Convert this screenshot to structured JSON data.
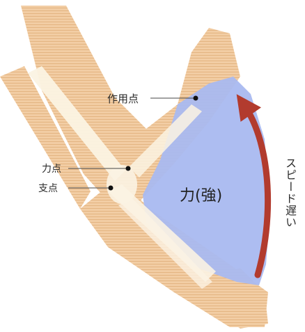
{
  "labels": {
    "action_point": "作用点",
    "force_point": "力点",
    "fulcrum": "支点",
    "force": "力(強)",
    "speed": "スピード遅い"
  },
  "colors": {
    "skin": "#f2cda4",
    "skin_stripe": "#e4b585",
    "bone": "#fbf3e3",
    "muscle": "#a9b9f0",
    "arrow": "#b23b2e"
  }
}
